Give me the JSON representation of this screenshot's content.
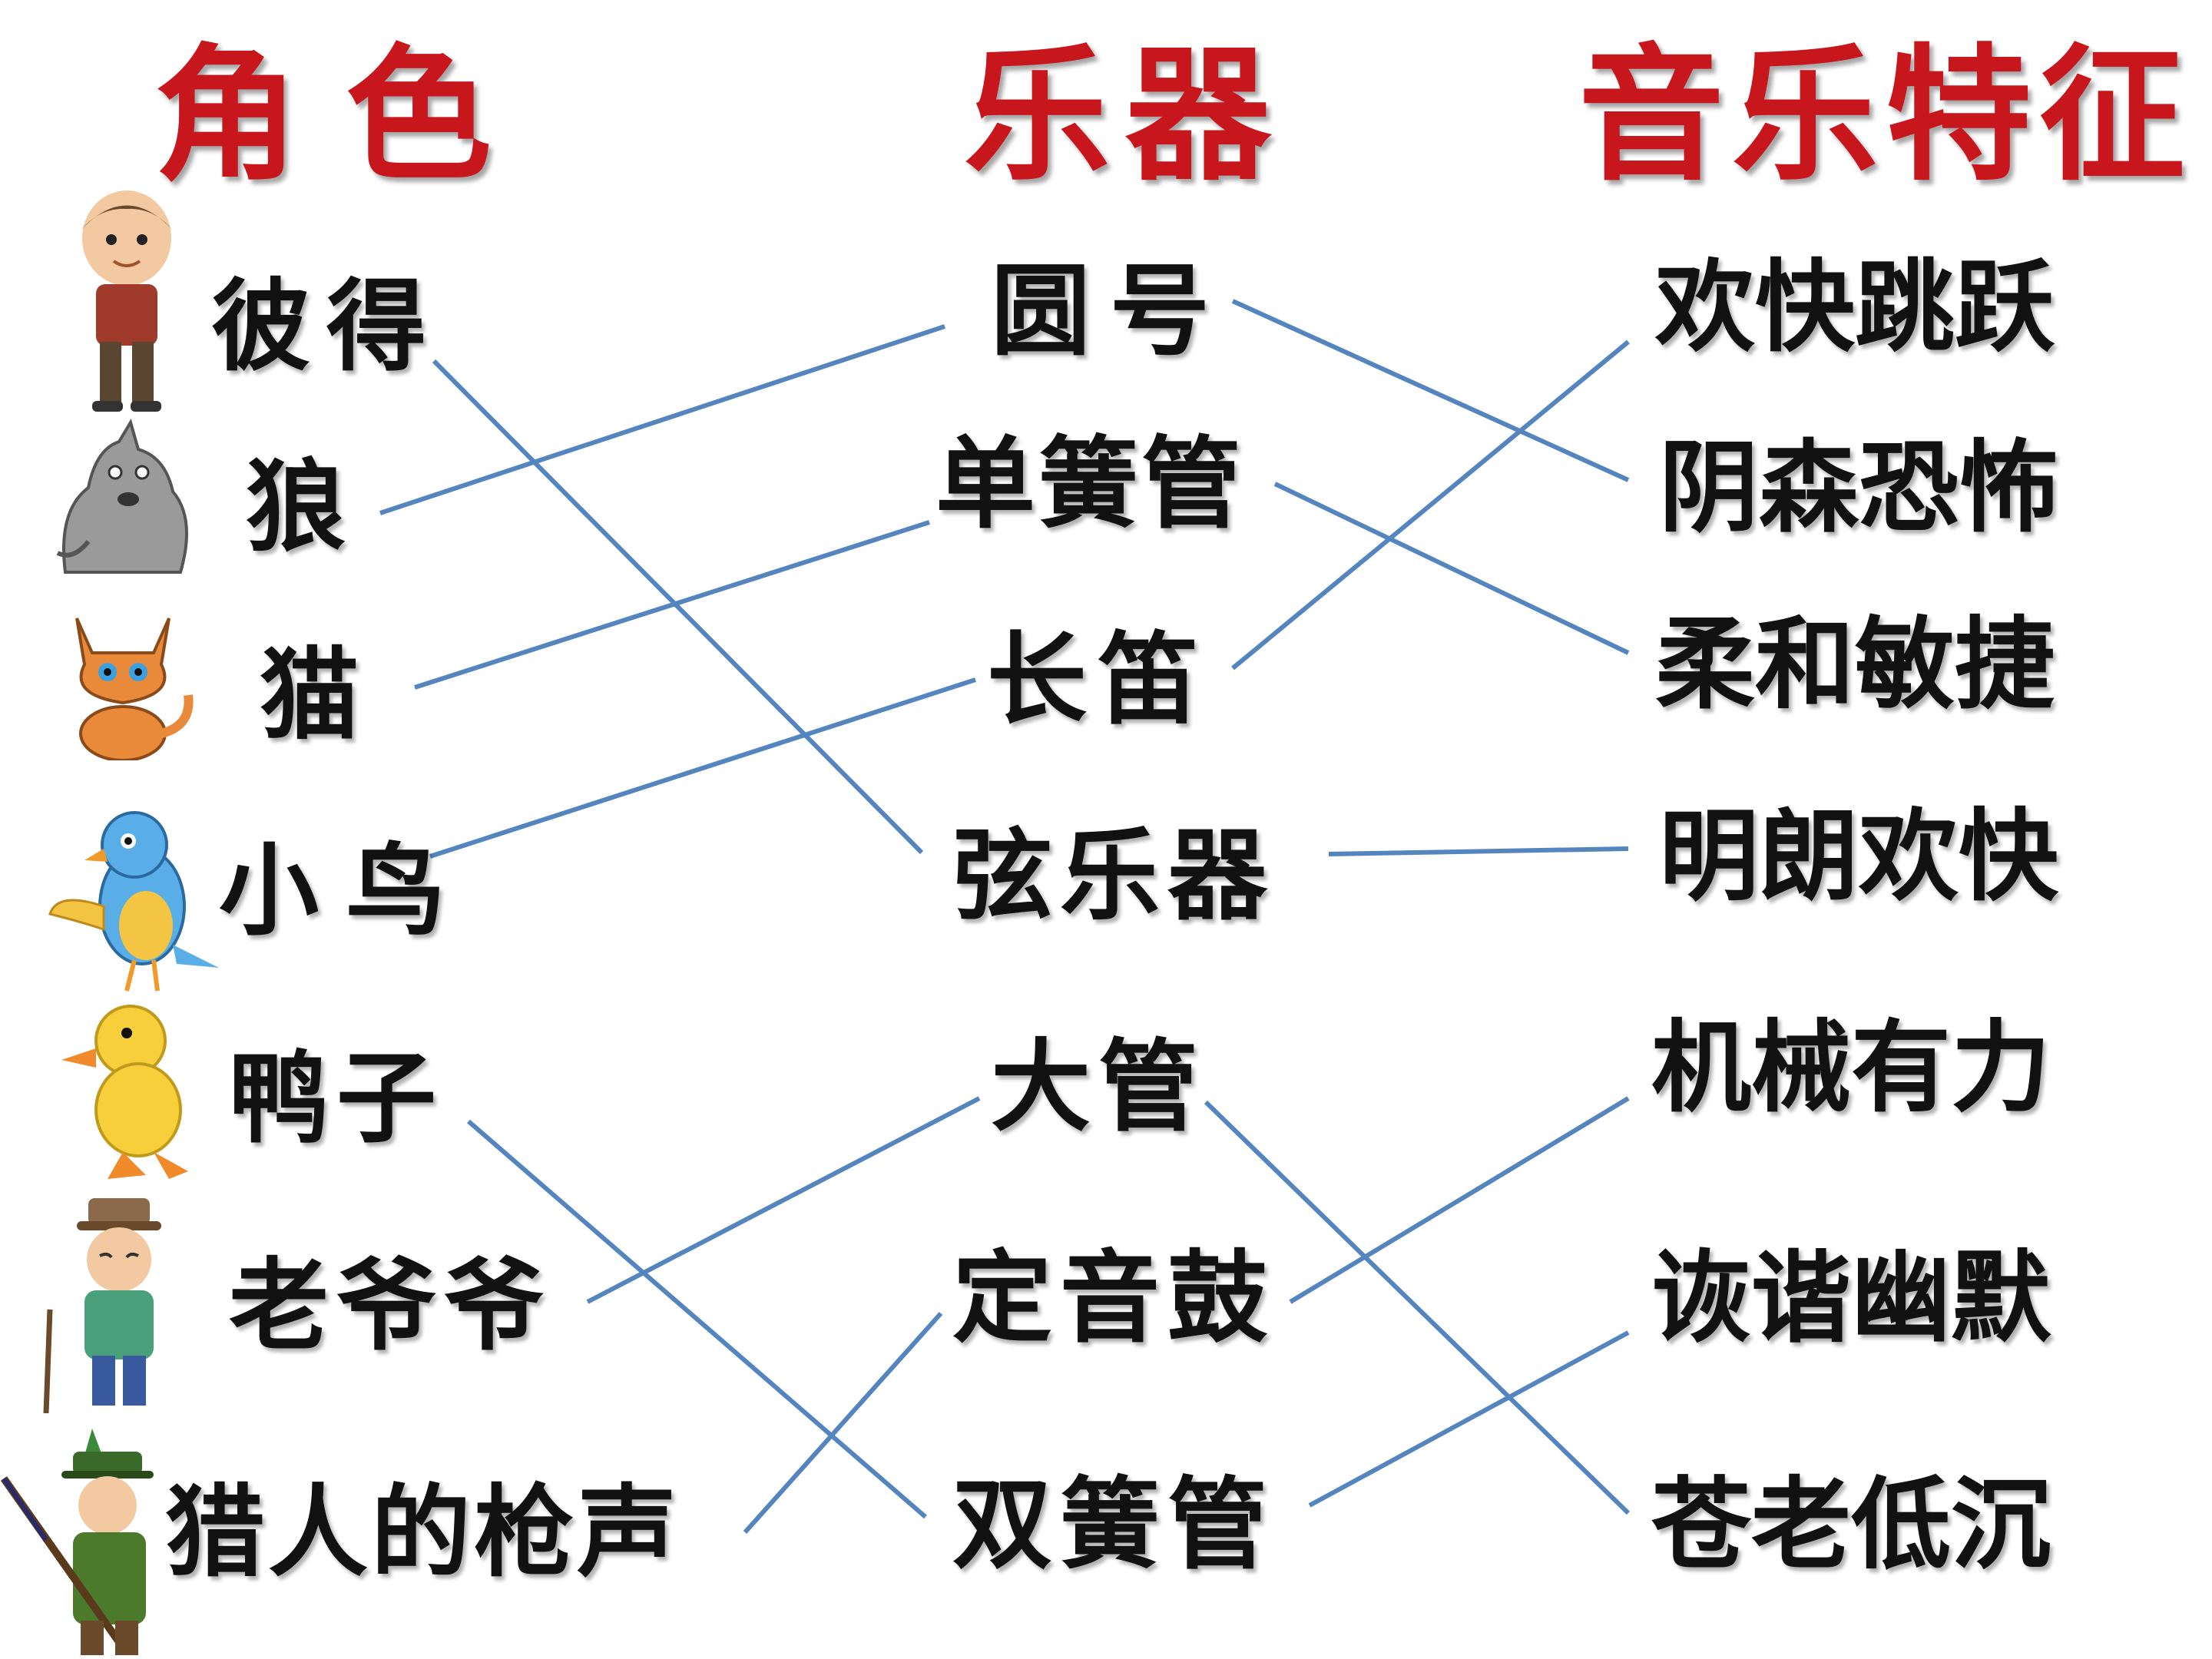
{
  "headers": {
    "characters": "角色",
    "instruments": "乐器",
    "features": "音乐特征"
  },
  "characters": [
    "彼得",
    "狼",
    "猫",
    "小鸟",
    "鸭子",
    "老爷爷",
    "猎人的枪声"
  ],
  "instruments": [
    "圆号",
    "单簧管",
    "长笛",
    "弦乐器",
    "大管",
    "定音鼓",
    "双簧管"
  ],
  "features": [
    "欢快跳跃",
    "阴森恐怖",
    "柔和敏捷",
    "明朗欢快",
    "机械有力",
    "诙谐幽默",
    "苍老低沉"
  ],
  "colors": {
    "header": "#c8161d",
    "text": "#111111",
    "line": "#5585bf"
  },
  "avatars": [
    {
      "name": "boy-figure",
      "icon": "boy-icon"
    },
    {
      "name": "wolf-figure",
      "icon": "wolf-icon"
    },
    {
      "name": "cat-figure",
      "icon": "cat-icon"
    },
    {
      "name": "bird-figure",
      "icon": "bird-icon"
    },
    {
      "name": "duck-figure",
      "icon": "duck-icon"
    },
    {
      "name": "grandpa-figure",
      "icon": "grandpa-icon"
    },
    {
      "name": "hunter-figure",
      "icon": "hunter-icon"
    }
  ]
}
